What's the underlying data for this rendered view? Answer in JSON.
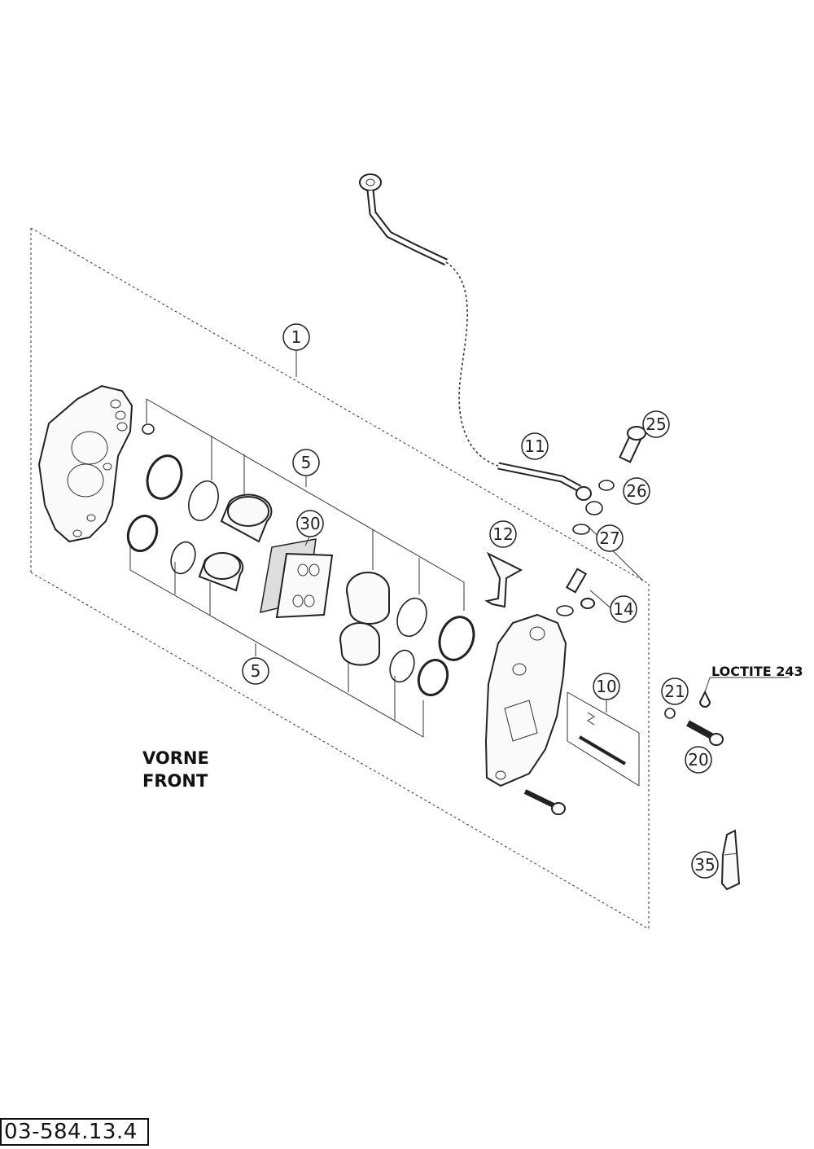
{
  "callouts": {
    "c1": "1",
    "c5_top": "5",
    "c5_bottom": "5",
    "c10": "10",
    "c11": "11",
    "c12": "12",
    "c14": "14",
    "c20": "20",
    "c21": "21",
    "c25": "25",
    "c26": "26",
    "c27": "27",
    "c30": "30",
    "c35": "35"
  },
  "labels": {
    "loctite": "LOCTITE 243",
    "vorne": "VORNE",
    "front": "FRONT"
  },
  "drawing_code": "03-584.13.4"
}
